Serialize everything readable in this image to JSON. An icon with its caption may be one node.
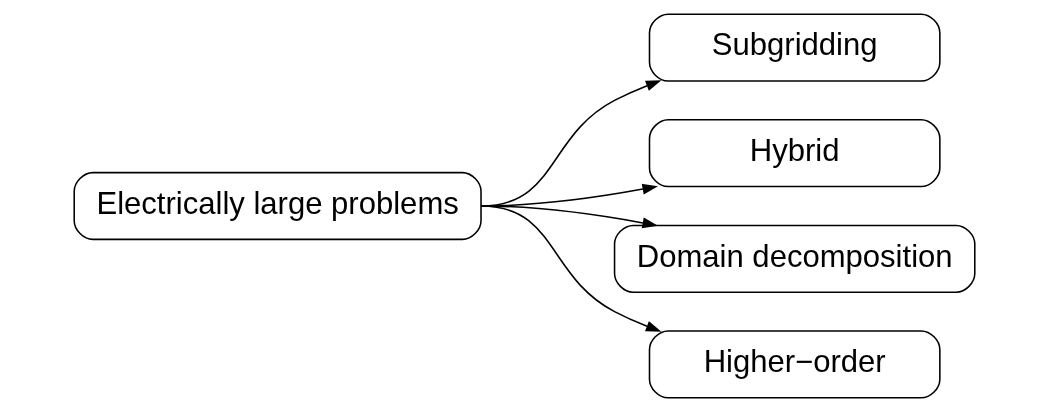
{
  "diagram": {
    "nodes": [
      {
        "text": [
          "Electrically large problems"
        ]
      },
      {
        "text": [
          "Subgridding"
        ]
      },
      {
        "text": [
          "Hybrid"
        ]
      },
      {
        "text": [
          "Domain decomposition"
        ]
      },
      {
        "text": [
          "Higher−order"
        ]
      }
    ],
    "edges": [
      {
        "from": 0,
        "to": 1,
        "arrow": "to"
      },
      {
        "from": 0,
        "to": 2,
        "arrow": "to"
      },
      {
        "from": 0,
        "to": 3,
        "arrow": "to"
      },
      {
        "from": 0,
        "to": 4,
        "arrow": "to"
      }
    ]
  }
}
